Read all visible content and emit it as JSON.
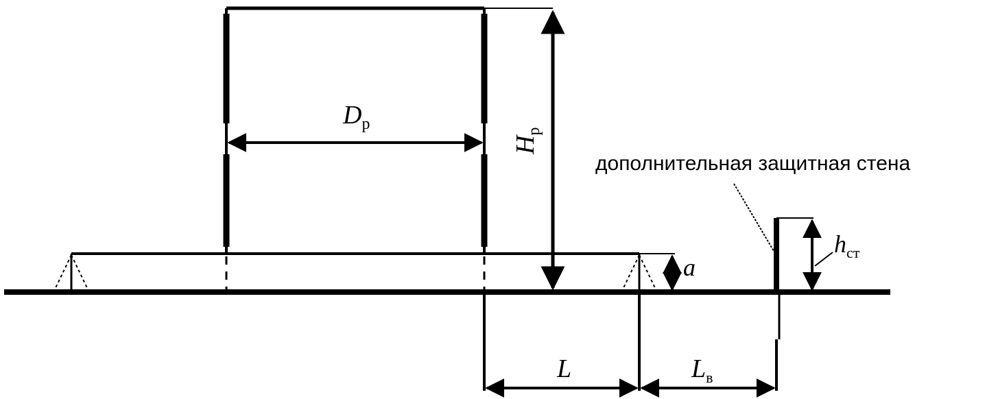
{
  "labels": {
    "dp_main": "D",
    "dp_sub": "р",
    "hp_main": "H",
    "hp_sub": "р",
    "a_label": "a",
    "hst_main": "h",
    "hst_sub": "ст",
    "l_label": "L",
    "lv_main": "L",
    "lv_sub": "в",
    "wall_caption": "дополнительная защитная стена"
  }
}
